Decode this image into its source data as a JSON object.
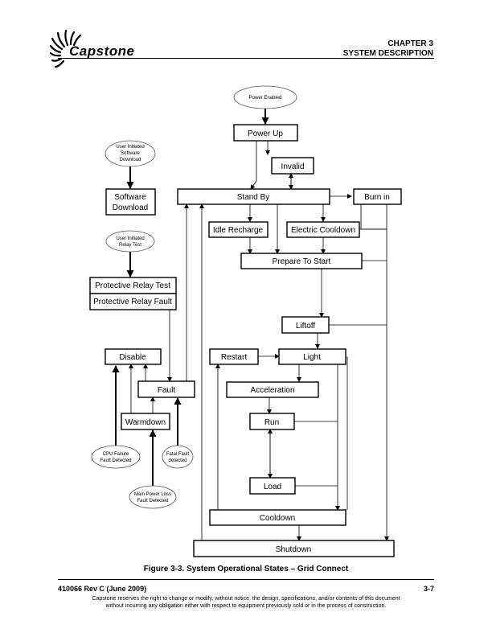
{
  "header": {
    "brand": "Capstone",
    "chapter": "CHAPTER 3",
    "section": "SYSTEM DESCRIPTION"
  },
  "diagram": {
    "states": {
      "power_enabled": "Power Enabled",
      "power_up": "Power Up",
      "invalid": "Invalid",
      "stand_by": "Stand By",
      "burn_in": "Burn in",
      "idle_recharge": "Idle Recharge",
      "electric_cooldown": "Electric Cooldown",
      "prepare_to_start": "Prepare To Start",
      "liftoff": "Liftoff",
      "restart": "Restart",
      "light": "Light",
      "acceleration": "Acceleration",
      "run": "Run",
      "load": "Load",
      "cooldown": "Cooldown",
      "shutdown": "Shutdown",
      "software_download_1": "Software",
      "software_download_2": "Download",
      "protective_relay_test": "Protective Relay Test",
      "protective_relay_fault": "Protective Relay Fault",
      "disable": "Disable",
      "fault": "Fault",
      "warmdown": "Warmdown"
    },
    "events": {
      "user_sw_1": "User Initiated",
      "user_sw_2": "Software",
      "user_sw_3": "Download",
      "user_relay_1": "User Initiated",
      "user_relay_2": "Relay Test",
      "cpu_1": "CPU Failure",
      "cpu_2": "Fault Detected",
      "fatal_1": "Fatal Fault",
      "fatal_2": "detected",
      "mains_1": "Main Power Loss",
      "mains_2": "Fault Detected"
    }
  },
  "caption": "Figure 3-3.  System Operational States – Grid Connect",
  "footer": {
    "doc_id": "410066 Rev C (June 2009)",
    "page_number": "3-7",
    "disclaimer_1": "Capstone reserves the right to change or modify, without notice, the design, specifications, and/or contents of this document",
    "disclaimer_2": "without incurring any obligation either with respect to equipment previously sold or in the process of construction."
  }
}
